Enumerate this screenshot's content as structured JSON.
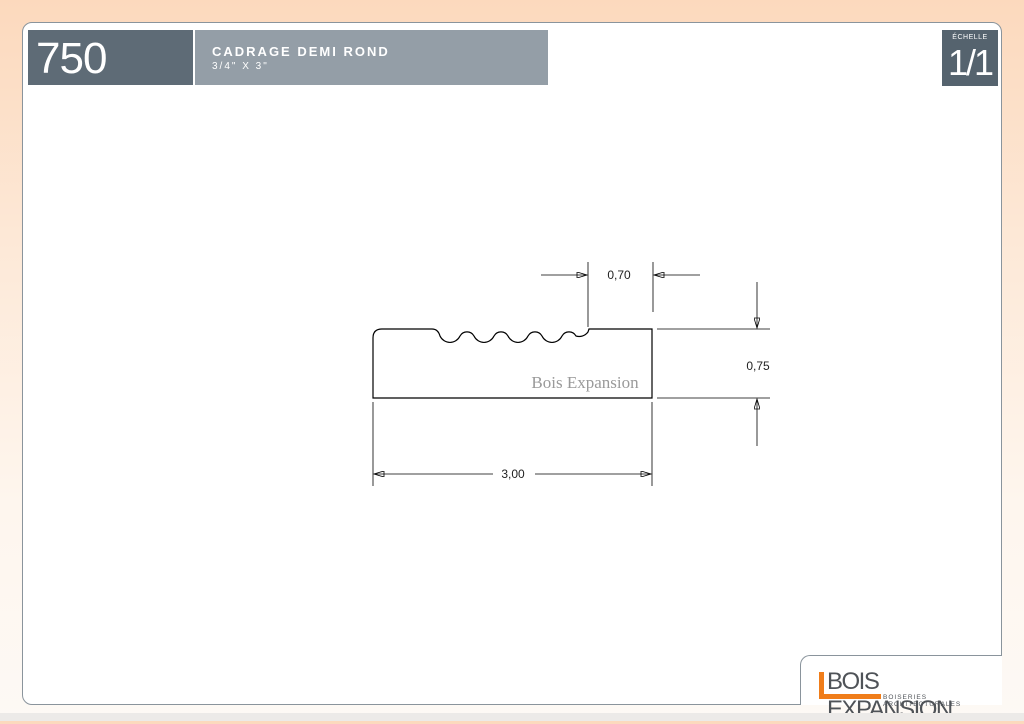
{
  "product": {
    "code": "750",
    "name": "CADRAGE DEMI ROND",
    "dimensions": "3/4\" X 3\""
  },
  "scale": {
    "label": "ÉCHELLE",
    "value": "1/1"
  },
  "drawing": {
    "dim_top": "0,70",
    "dim_height": "0,75",
    "dim_width": "3,00",
    "watermark": "Bois Expansion"
  },
  "brand": {
    "name": "BOIS EXPANSION",
    "tagline": "BOISERIES ARCHITECTURALES",
    "accent": "#f07d1a"
  },
  "colors": {
    "code_box": "#5e6b76",
    "title_box": "#949ea7",
    "scale_box": "#55636e"
  }
}
